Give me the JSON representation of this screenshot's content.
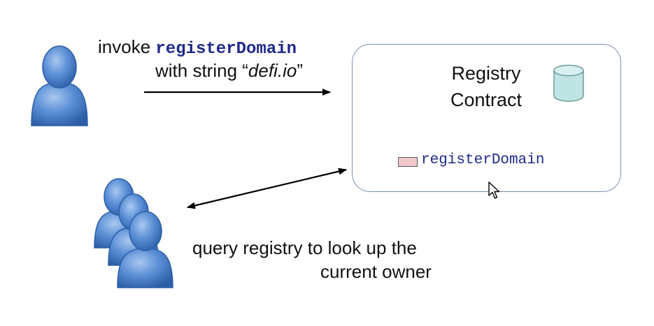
{
  "invoke": {
    "prefix": "invoke",
    "function_name": "registerDomain",
    "with_text": "with string “",
    "literal": "defi.io",
    "close_quote": "”"
  },
  "contract": {
    "title_line1": "Registry",
    "title_line2": "Contract",
    "function_label": "registerDomain"
  },
  "query": {
    "line1": "query registry to look up the",
    "line2": "current owner"
  },
  "colors": {
    "person_fill": "#5b8fd6",
    "person_stroke": "#2d5fa8",
    "box_border": "#7b8fb0",
    "function_text": "#1f2a8a",
    "database_fill": "#bfe4e4"
  },
  "icons": [
    "user-icon",
    "user-group-icon",
    "database-icon",
    "cursor-icon"
  ]
}
